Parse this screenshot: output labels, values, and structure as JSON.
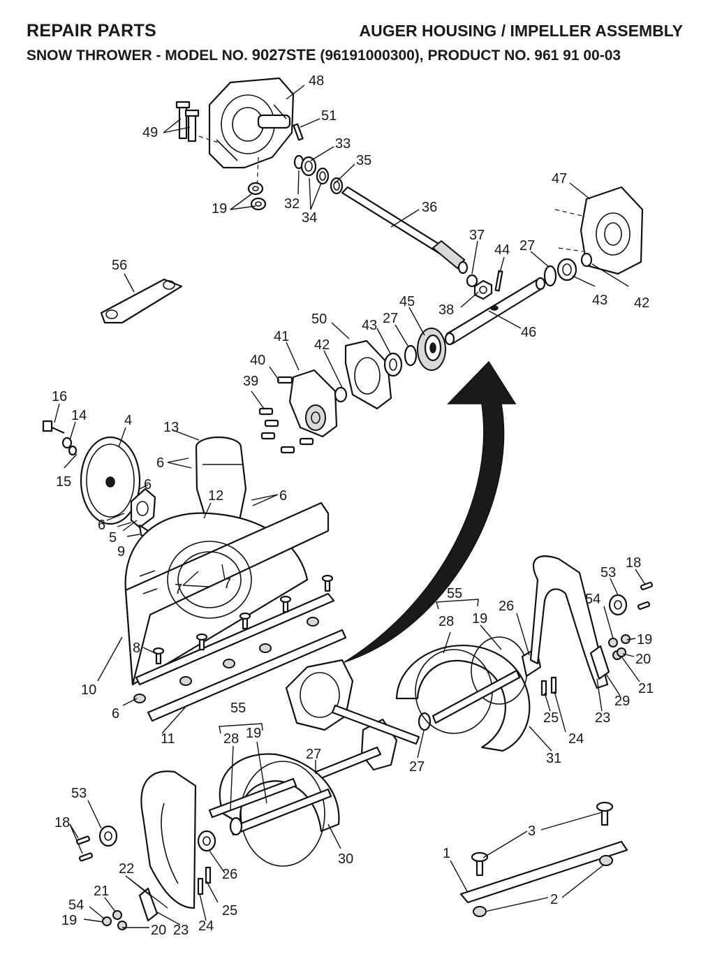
{
  "header": {
    "left": "REPAIR PARTS",
    "right": "AUGER HOUSING / IMPELLER ASSEMBLY",
    "sub_prefix": "SNOW THROWER - MODEL NO. ",
    "sub_model": "9027STE",
    "sub_suffix": " (96191000300), PRODUCT NO. 961 91 00-03"
  },
  "callouts": [
    "48",
    "49",
    "51",
    "33",
    "35",
    "32",
    "34",
    "19",
    "36",
    "47",
    "37",
    "27",
    "44",
    "42",
    "43",
    "56",
    "38",
    "46",
    "50",
    "45",
    "41",
    "40",
    "39",
    "16",
    "14",
    "4",
    "13",
    "6",
    "15",
    "12",
    "5",
    "9",
    "7",
    "10",
    "8",
    "11",
    "55",
    "28",
    "26",
    "53",
    "18",
    "54",
    "20",
    "21",
    "29",
    "23",
    "24",
    "25",
    "31",
    "30",
    "22",
    "3",
    "1",
    "2"
  ]
}
